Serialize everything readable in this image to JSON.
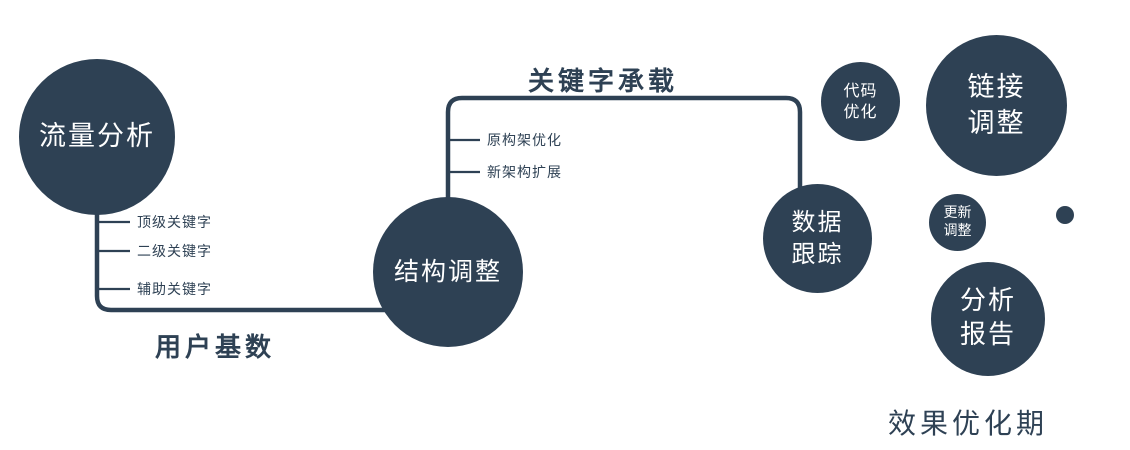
{
  "colors": {
    "primary": "#2e4154",
    "background": "#ffffff",
    "text_on_node": "#ffffff"
  },
  "nodes": {
    "traffic": {
      "label": "流量分析"
    },
    "structure": {
      "label": "结构调整"
    },
    "tracking": {
      "line1": "数据",
      "line2": "跟踪"
    },
    "code": {
      "line1": "代码",
      "line2": "优化"
    },
    "link": {
      "line1": "链接",
      "line2": "调整"
    },
    "update": {
      "line1": "更新",
      "line2": "调整"
    },
    "report": {
      "line1": "分析",
      "line2": "报告"
    }
  },
  "edge_labels": {
    "user_base": "用户基数",
    "keyword_carry": "关键字承载"
  },
  "branches": {
    "traffic": [
      "顶级关键字",
      "二级关键字",
      "辅助关键字"
    ],
    "structure": [
      "原构架优化",
      "新架构扩展"
    ]
  },
  "caption": "效果优化期"
}
